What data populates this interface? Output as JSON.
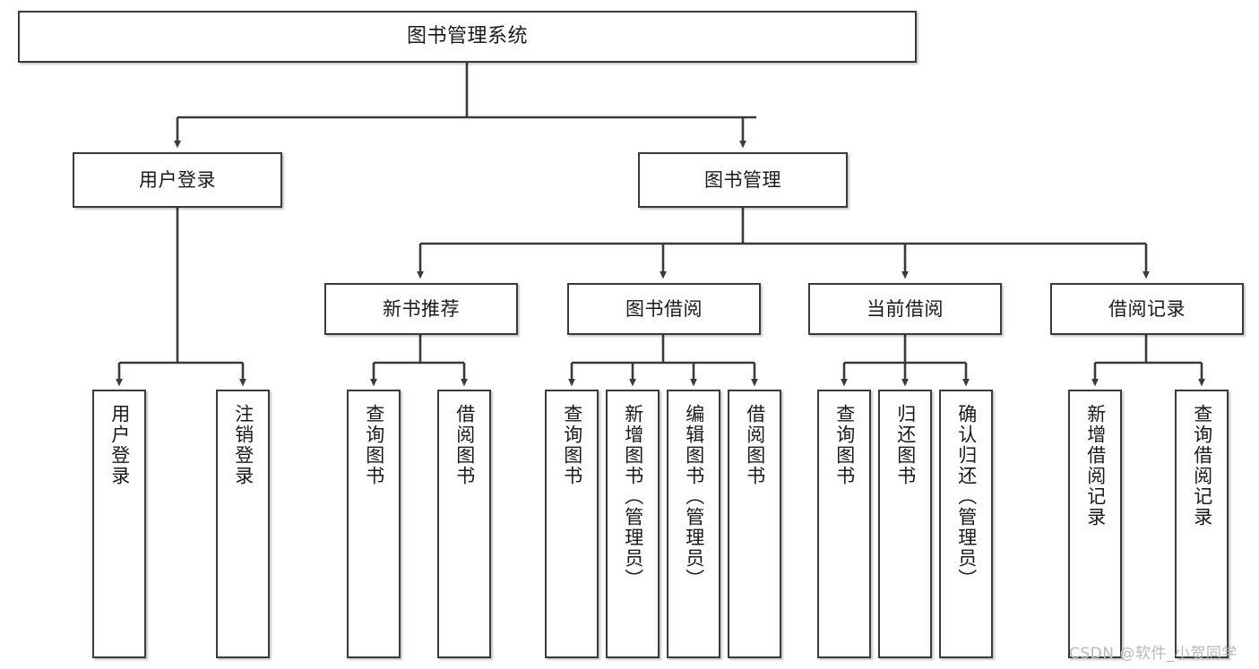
{
  "diagram": {
    "title": "图书管理系统",
    "root": {
      "label": "图书管理系统"
    },
    "level2": [
      {
        "label": "用户登录"
      },
      {
        "label": "图书管理"
      }
    ],
    "level3": [
      {
        "label": "新书推荐"
      },
      {
        "label": "图书借阅"
      },
      {
        "label": "当前借阅"
      },
      {
        "label": "借阅记录"
      }
    ],
    "leaves": {
      "user_login": [
        {
          "label": "用户登录"
        },
        {
          "label": "注销登录"
        }
      ],
      "new_book_recommend": [
        {
          "label": "查询图书"
        },
        {
          "label": "借阅图书"
        }
      ],
      "book_borrow": [
        {
          "label": "查询图书"
        },
        {
          "label": "新增图书（管理员）"
        },
        {
          "label": "编辑图书（管理员）"
        },
        {
          "label": "借阅图书"
        }
      ],
      "current_borrow": [
        {
          "label": "查询图书"
        },
        {
          "label": "归还图书"
        },
        {
          "label": "确认归还（管理员）"
        }
      ],
      "borrow_records": [
        {
          "label": "新增借阅记录"
        },
        {
          "label": "查询借阅记录"
        }
      ]
    }
  },
  "watermark": {
    "text": "CSDN @软件_小贺同学"
  },
  "colors": {
    "box_border": "#3a3a3a",
    "box_fill": "#ffffff",
    "edge": "#3a3a3a",
    "text": "#1a1a1a",
    "watermark": "#b9b9b9"
  }
}
